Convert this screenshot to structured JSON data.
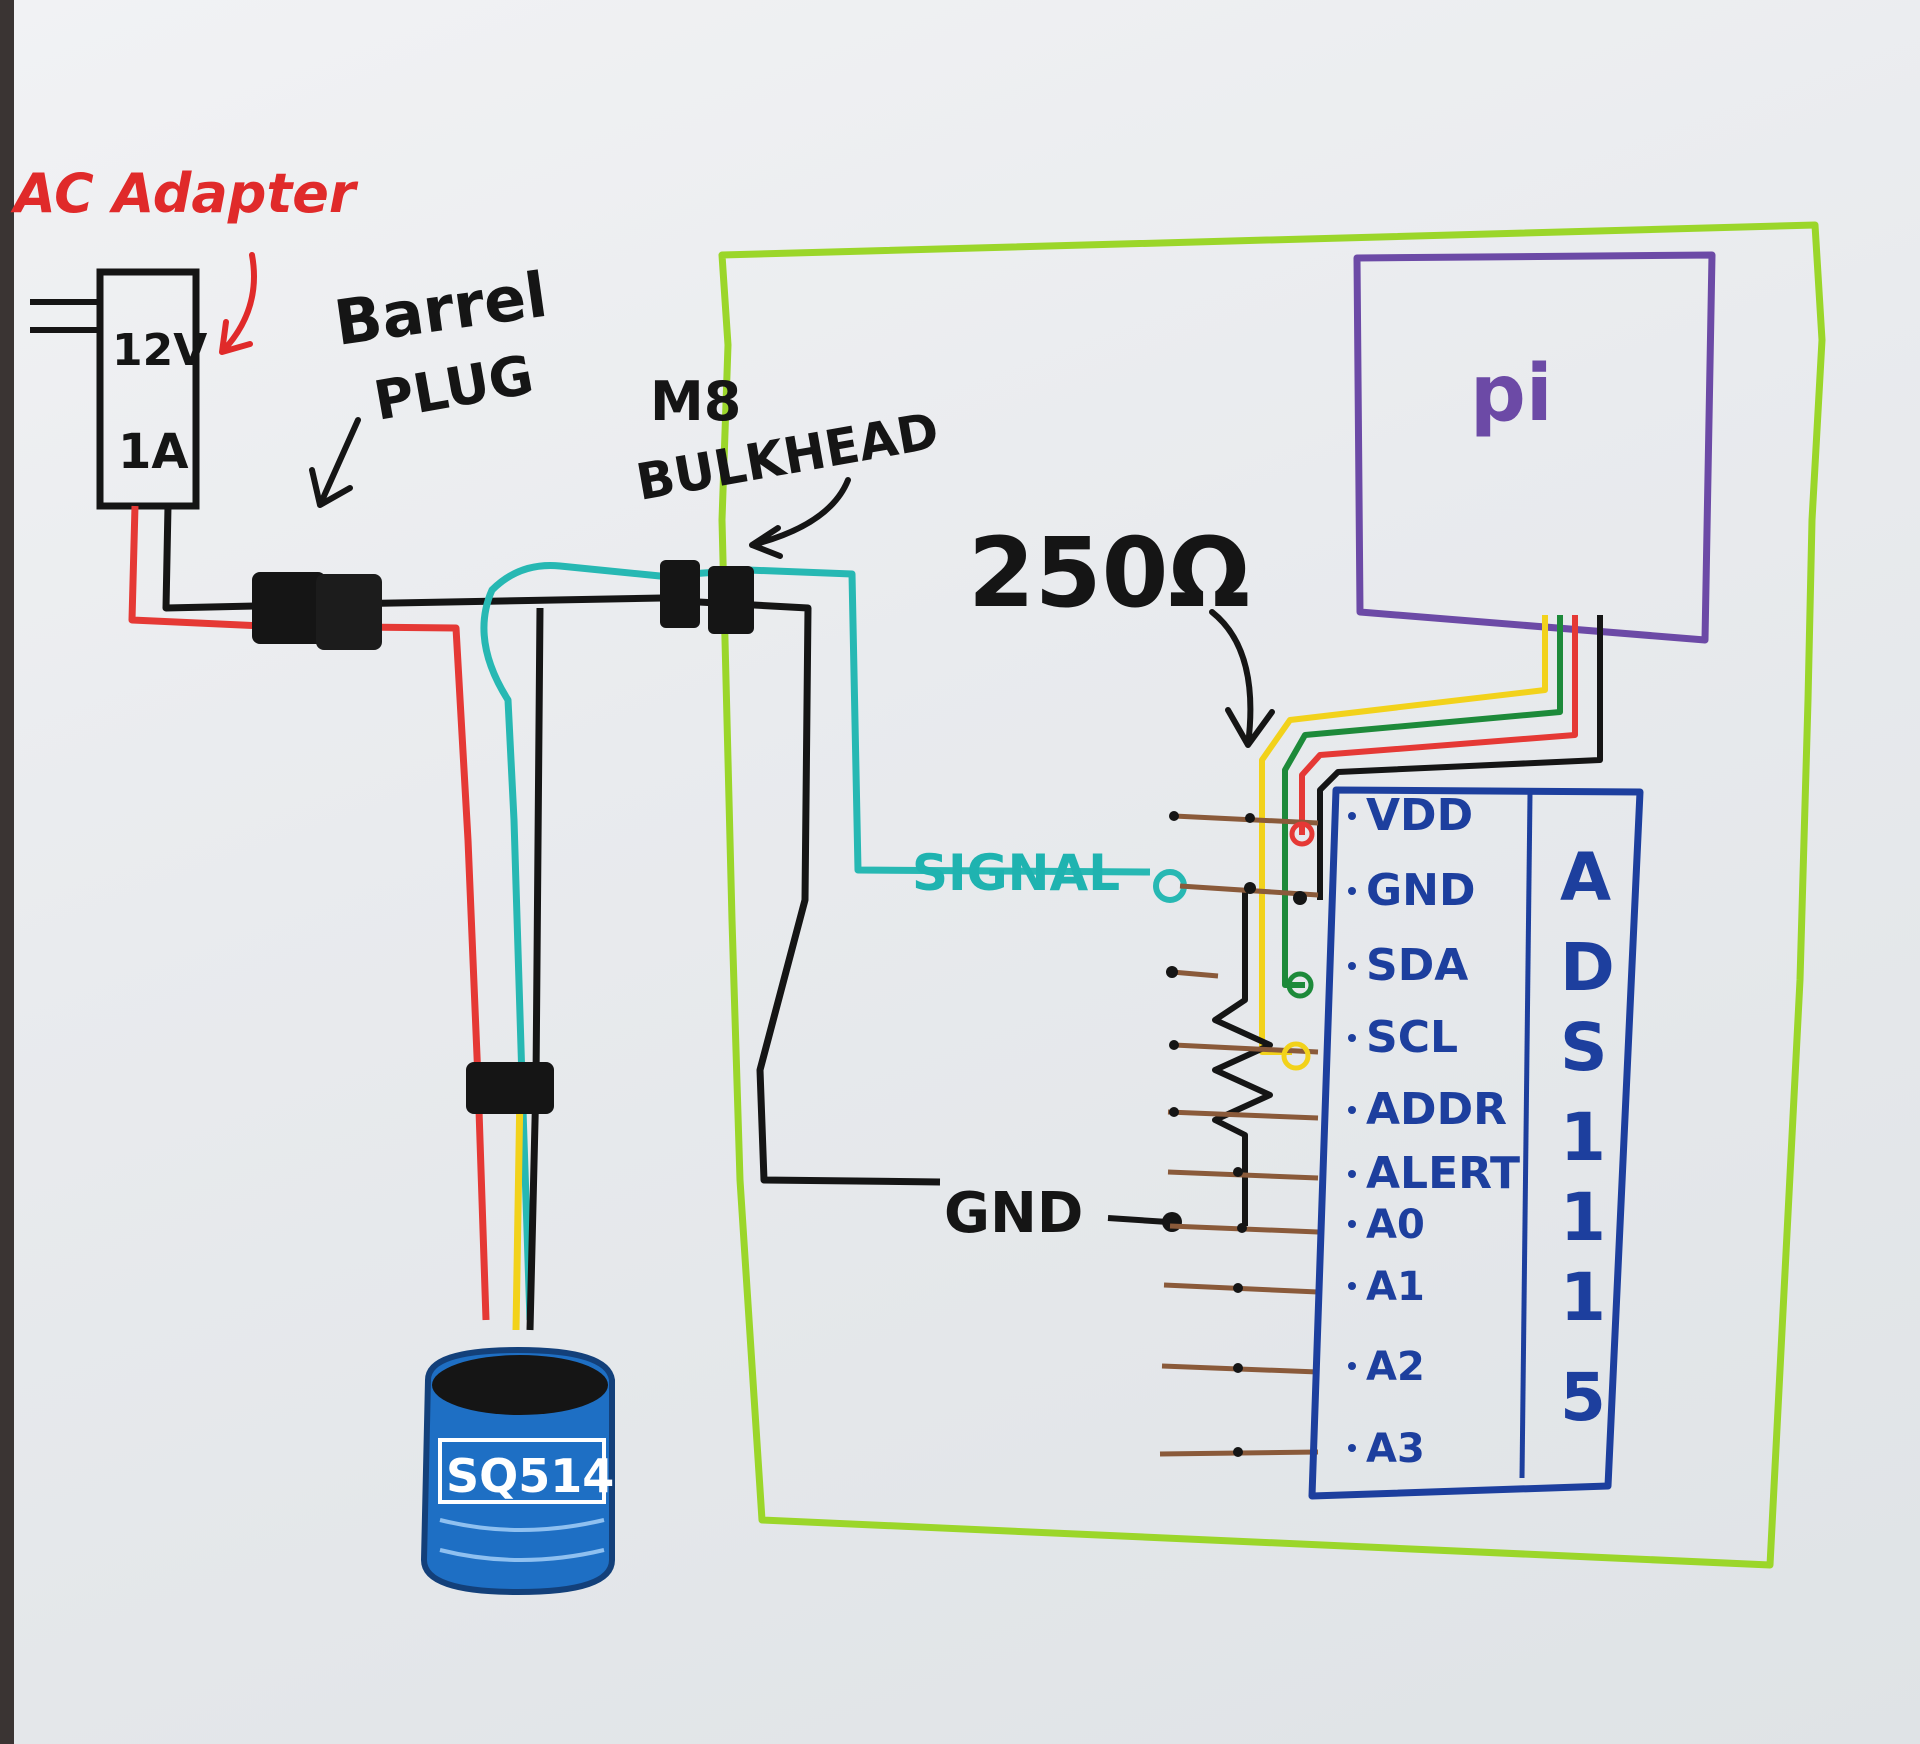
{
  "labels": {
    "ac_adapter": "AC Adapter",
    "adapter_voltage": "12V",
    "adapter_current": "1A",
    "barrel_plug_line1": "Barrel",
    "barrel_plug_line2": "PLUG",
    "m8_line1": "M8",
    "m8_line2": "BULKHEAD",
    "resistor": "250Ω",
    "pi": "pi",
    "signal": "SIGNAL",
    "gnd": "GND",
    "sensor": "SQ514"
  },
  "ads_pins": [
    "VDD",
    "GND",
    "SDA",
    "SCL",
    "ADDR",
    "ALERT",
    "A0",
    "A1",
    "A2",
    "A3"
  ],
  "ads_name": [
    "A",
    "D",
    "S",
    "1",
    "1",
    "1",
    "5"
  ],
  "colors": {
    "red": "#e53935",
    "black": "#151515",
    "teal": "#27b8b3",
    "yellow": "#f2d21b",
    "green": "#1d8a3a",
    "lime": "#9bd62a",
    "purple": "#6c4aa6",
    "blue": "#1d3f9e",
    "brown": "#8a5a3a"
  }
}
